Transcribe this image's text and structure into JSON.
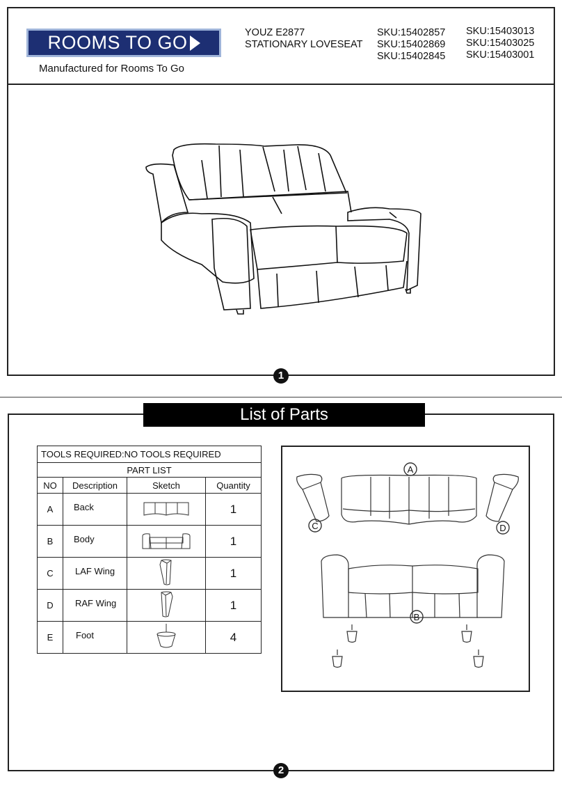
{
  "header": {
    "logo_text": "ROOMS TO GO",
    "manufactured": "Manufactured for Rooms To Go",
    "product_code": "YOUZ  E2877",
    "product_name": "STATIONARY LOVESEAT",
    "sku_col1": [
      "SKU:15402857",
      "SKU:15402869",
      "SKU:15402845"
    ],
    "sku_col2": [
      "SKU:15403013",
      "SKU:15403025",
      "SKU:15403001"
    ]
  },
  "steps": {
    "step1": "1",
    "step2": "2"
  },
  "parts_section": {
    "title": "List of Parts",
    "tools_required": "TOOLS REQUIRED:NO TOOLS REQUIRED",
    "part_list_title": "PART LIST",
    "columns": [
      "NO",
      "Description",
      "Sketch",
      "Quantity"
    ],
    "rows": [
      {
        "no": "A",
        "description": "Back",
        "quantity": "1"
      },
      {
        "no": "B",
        "description": "Body",
        "quantity": "1"
      },
      {
        "no": "C",
        "description": "LAF Wing",
        "quantity": "1"
      },
      {
        "no": "D",
        "description": "RAF Wing",
        "quantity": "1"
      },
      {
        "no": "E",
        "description": "Foot",
        "quantity": "4"
      }
    ],
    "diagram_labels": {
      "a": "A",
      "b": "B",
      "c": "C",
      "d": "D"
    }
  },
  "icons": [
    "logo-arrow-icon",
    "loveseat-illustration",
    "back-sketch-icon",
    "body-sketch-icon",
    "wing-sketch-icon",
    "foot-sketch-icon"
  ]
}
